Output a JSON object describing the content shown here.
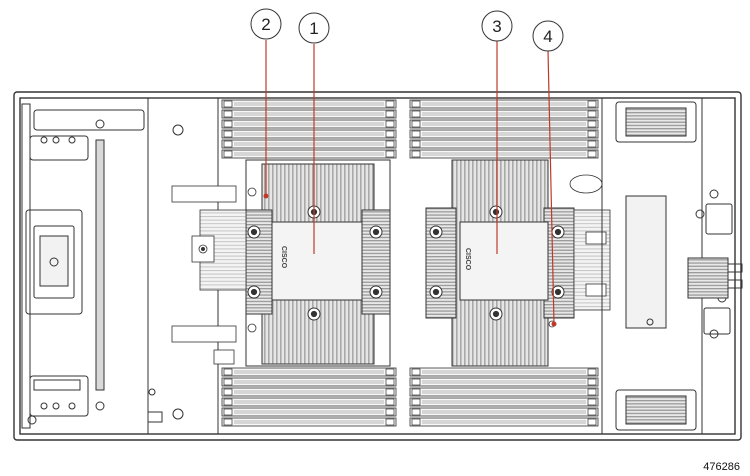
{
  "figure": {
    "id_label": "476286",
    "callouts": [
      {
        "number": "1"
      },
      {
        "number": "2"
      },
      {
        "number": "3"
      },
      {
        "number": "4"
      }
    ],
    "heatsink_brand_1": "CISCO",
    "heatsink_brand_2": "CISCO"
  },
  "colors": {
    "leader_line": "#c0392b",
    "outline": "#333333",
    "fin": "#c8c8c8",
    "label_plate": "#f4f4f4"
  }
}
